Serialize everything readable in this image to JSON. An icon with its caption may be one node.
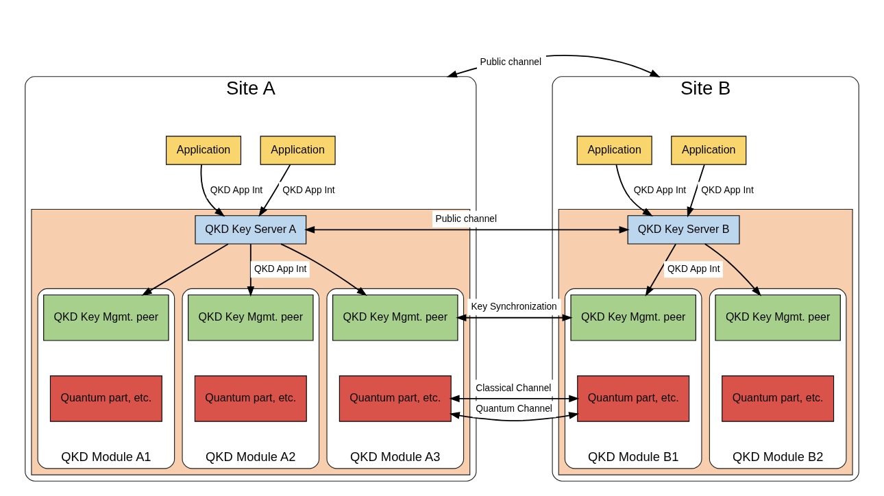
{
  "diagram": {
    "nodes": [
      {
        "text": [
          "Site A"
        ]
      },
      {
        "text": [
          "Application"
        ],
        "in": 0
      },
      {
        "text": [
          "Application"
        ],
        "in": 0
      },
      {
        "text": [],
        "shape": "box",
        "in": 0
      },
      {
        "text": [
          "QKD Key Server A"
        ],
        "in": 3
      },
      {
        "text": [
          "QKD Module A1"
        ],
        "in": 3
      },
      {
        "text": [
          "QKD Key Mgmt. peer"
        ],
        "in": 5
      },
      {
        "text": [
          "Quantum part, etc."
        ],
        "in": 5
      },
      {
        "text": [
          "QKD Module A2"
        ],
        "in": 3
      },
      {
        "text": [
          "QKD Key Mgmt. peer"
        ],
        "in": 8
      },
      {
        "text": [
          "Quantum part, etc."
        ],
        "in": 8
      },
      {
        "text": [
          "QKD Module A3"
        ],
        "in": 3
      },
      {
        "text": [
          "QKD Key Mgmt. peer"
        ],
        "in": 11
      },
      {
        "text": [
          "Quantum part, etc."
        ],
        "in": 11
      },
      {
        "text": [
          "Site B"
        ]
      },
      {
        "text": [
          "Application"
        ],
        "in": 14
      },
      {
        "text": [
          "Application"
        ],
        "in": 14
      },
      {
        "text": [],
        "shape": "box",
        "in": 14
      },
      {
        "text": [
          "QKD Key Server B"
        ],
        "in": 17
      },
      {
        "text": [
          "QKD Module B1"
        ],
        "in": 17
      },
      {
        "text": [
          "QKD Key Mgmt. peer"
        ],
        "in": 19
      },
      {
        "text": [
          "Quantum part, etc."
        ],
        "in": 19
      },
      {
        "text": [
          "QKD Module B2"
        ],
        "in": 17
      },
      {
        "text": [
          "QKD Key Mgmt. peer"
        ],
        "in": 22
      },
      {
        "text": [
          "Quantum part, etc."
        ],
        "in": 22
      }
    ],
    "edges": [
      {
        "from": 0,
        "to": 14,
        "arrow": "both",
        "label": "Public channel"
      },
      {
        "from": 1,
        "to": 4,
        "arrow": "to",
        "label": "QKD App Int"
      },
      {
        "from": 2,
        "to": 4,
        "arrow": "to",
        "label": "QKD App Int"
      },
      {
        "from": 15,
        "to": 18,
        "arrow": "to",
        "label": "QKD App Int"
      },
      {
        "from": 16,
        "to": 18,
        "arrow": "to",
        "label": "QKD App Int"
      },
      {
        "from": 4,
        "to": 18,
        "arrow": "both",
        "label": "Public channel"
      },
      {
        "from": 4,
        "to": 6,
        "arrow": "to"
      },
      {
        "from": 4,
        "to": 9,
        "arrow": "to",
        "label": "QKD App Int"
      },
      {
        "from": 4,
        "to": 12,
        "arrow": "to"
      },
      {
        "from": 18,
        "to": 20,
        "arrow": "to",
        "label": "QKD App Int"
      },
      {
        "from": 18,
        "to": 23,
        "arrow": "to"
      },
      {
        "from": 12,
        "to": 20,
        "arrow": "both",
        "label": "Key Synchronization"
      },
      {
        "from": 13,
        "to": 21,
        "arrow": "both",
        "label": "Classical Channel"
      },
      {
        "from": 13,
        "to": 21,
        "arrow": "both",
        "label": "Quantum Channel"
      }
    ]
  }
}
